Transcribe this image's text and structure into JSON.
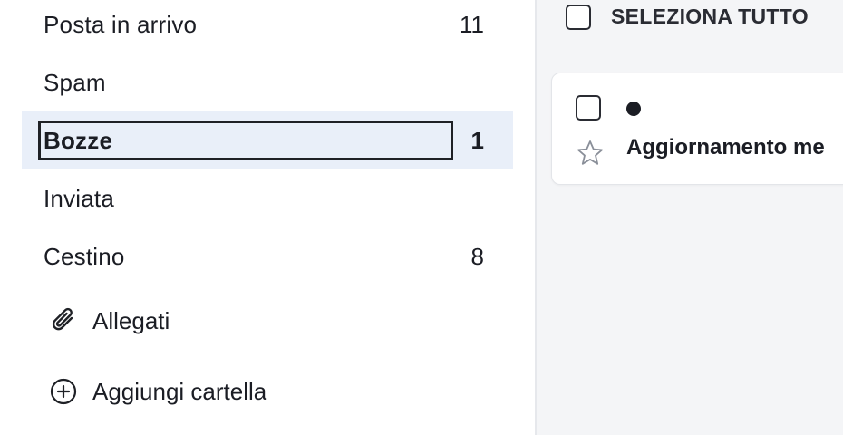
{
  "sidebar": {
    "folders": [
      {
        "label": "Posta in arrivo",
        "count": "11"
      },
      {
        "label": "Spam",
        "count": ""
      },
      {
        "label": "Bozze",
        "count": "1"
      },
      {
        "label": "Inviata",
        "count": ""
      },
      {
        "label": "Cestino",
        "count": "8"
      }
    ],
    "attachments_label": "Allegati",
    "add_folder_label": "Aggiungi cartella"
  },
  "toolbar": {
    "select_all_label": "SELEZIONA TUTTO"
  },
  "messages": [
    {
      "subject": "Aggiornamento me",
      "unread": true,
      "starred": false
    }
  ],
  "colors": {
    "selected_bg": "#e9eff9",
    "main_bg": "#f4f5f7",
    "text": "#1b1d24"
  }
}
